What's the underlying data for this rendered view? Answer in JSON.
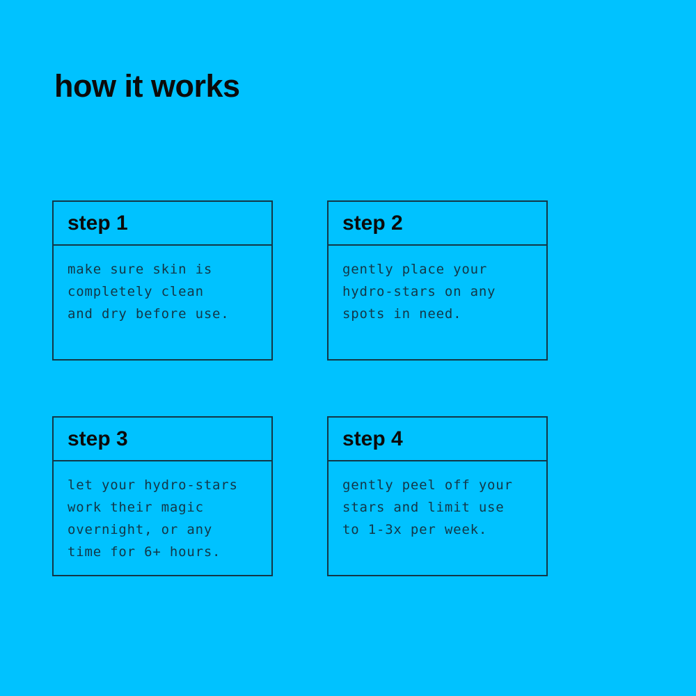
{
  "colors": {
    "background": "#00c2ff",
    "border": "#133647",
    "heading_text": "#0b0b0b",
    "body_text": "#133647"
  },
  "title": "how it works",
  "steps": [
    {
      "label": "step 1",
      "body": "make sure skin is\ncompletely clean\nand dry before use."
    },
    {
      "label": "step 2",
      "body": "gently place your\nhydro-stars on any\nspots in need."
    },
    {
      "label": "step 3",
      "body": "let your hydro-stars\nwork their magic\novernight, or any\ntime for 6+ hours."
    },
    {
      "label": "step 4",
      "body": "gently peel off your\nstars and limit use\nto 1-3x per week."
    }
  ]
}
